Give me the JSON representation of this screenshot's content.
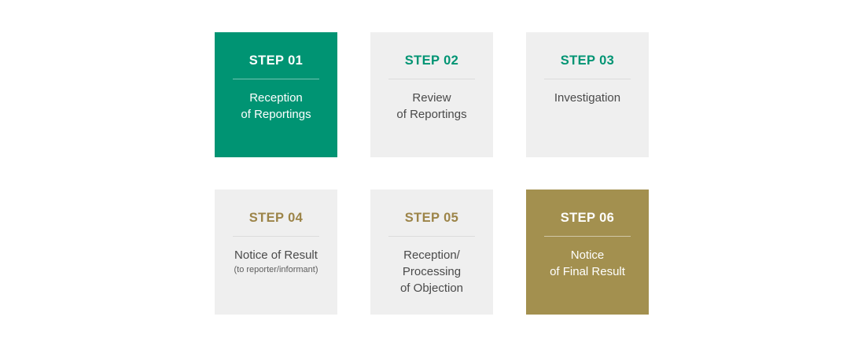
{
  "theme": {
    "page_background": "#ffffff",
    "card_background": "#efefef",
    "green": "#009473",
    "gold": "#a3904f",
    "gold_text": "#9c8448",
    "body_text": "#4a4a4a",
    "divider": "#dcdcdc"
  },
  "process": {
    "steps": [
      {
        "label": "STEP 01",
        "title": "Reception\nof Reportings",
        "subtitle": "",
        "style": "filled-green"
      },
      {
        "label": "STEP 02",
        "title": "Review\nof Reportings",
        "subtitle": "",
        "style": "accent-green"
      },
      {
        "label": "STEP 03",
        "title": "Investigation",
        "subtitle": "",
        "style": "accent-green"
      },
      {
        "label": "STEP 04",
        "title": "Notice of Result",
        "subtitle": "(to reporter/informant)",
        "style": "accent-gold"
      },
      {
        "label": "STEP 05",
        "title": "Reception/\nProcessing\nof Objection",
        "subtitle": "",
        "style": "accent-gold"
      },
      {
        "label": "STEP 06",
        "title": "Notice\nof Final Result",
        "subtitle": "",
        "style": "filled-gold"
      }
    ]
  }
}
